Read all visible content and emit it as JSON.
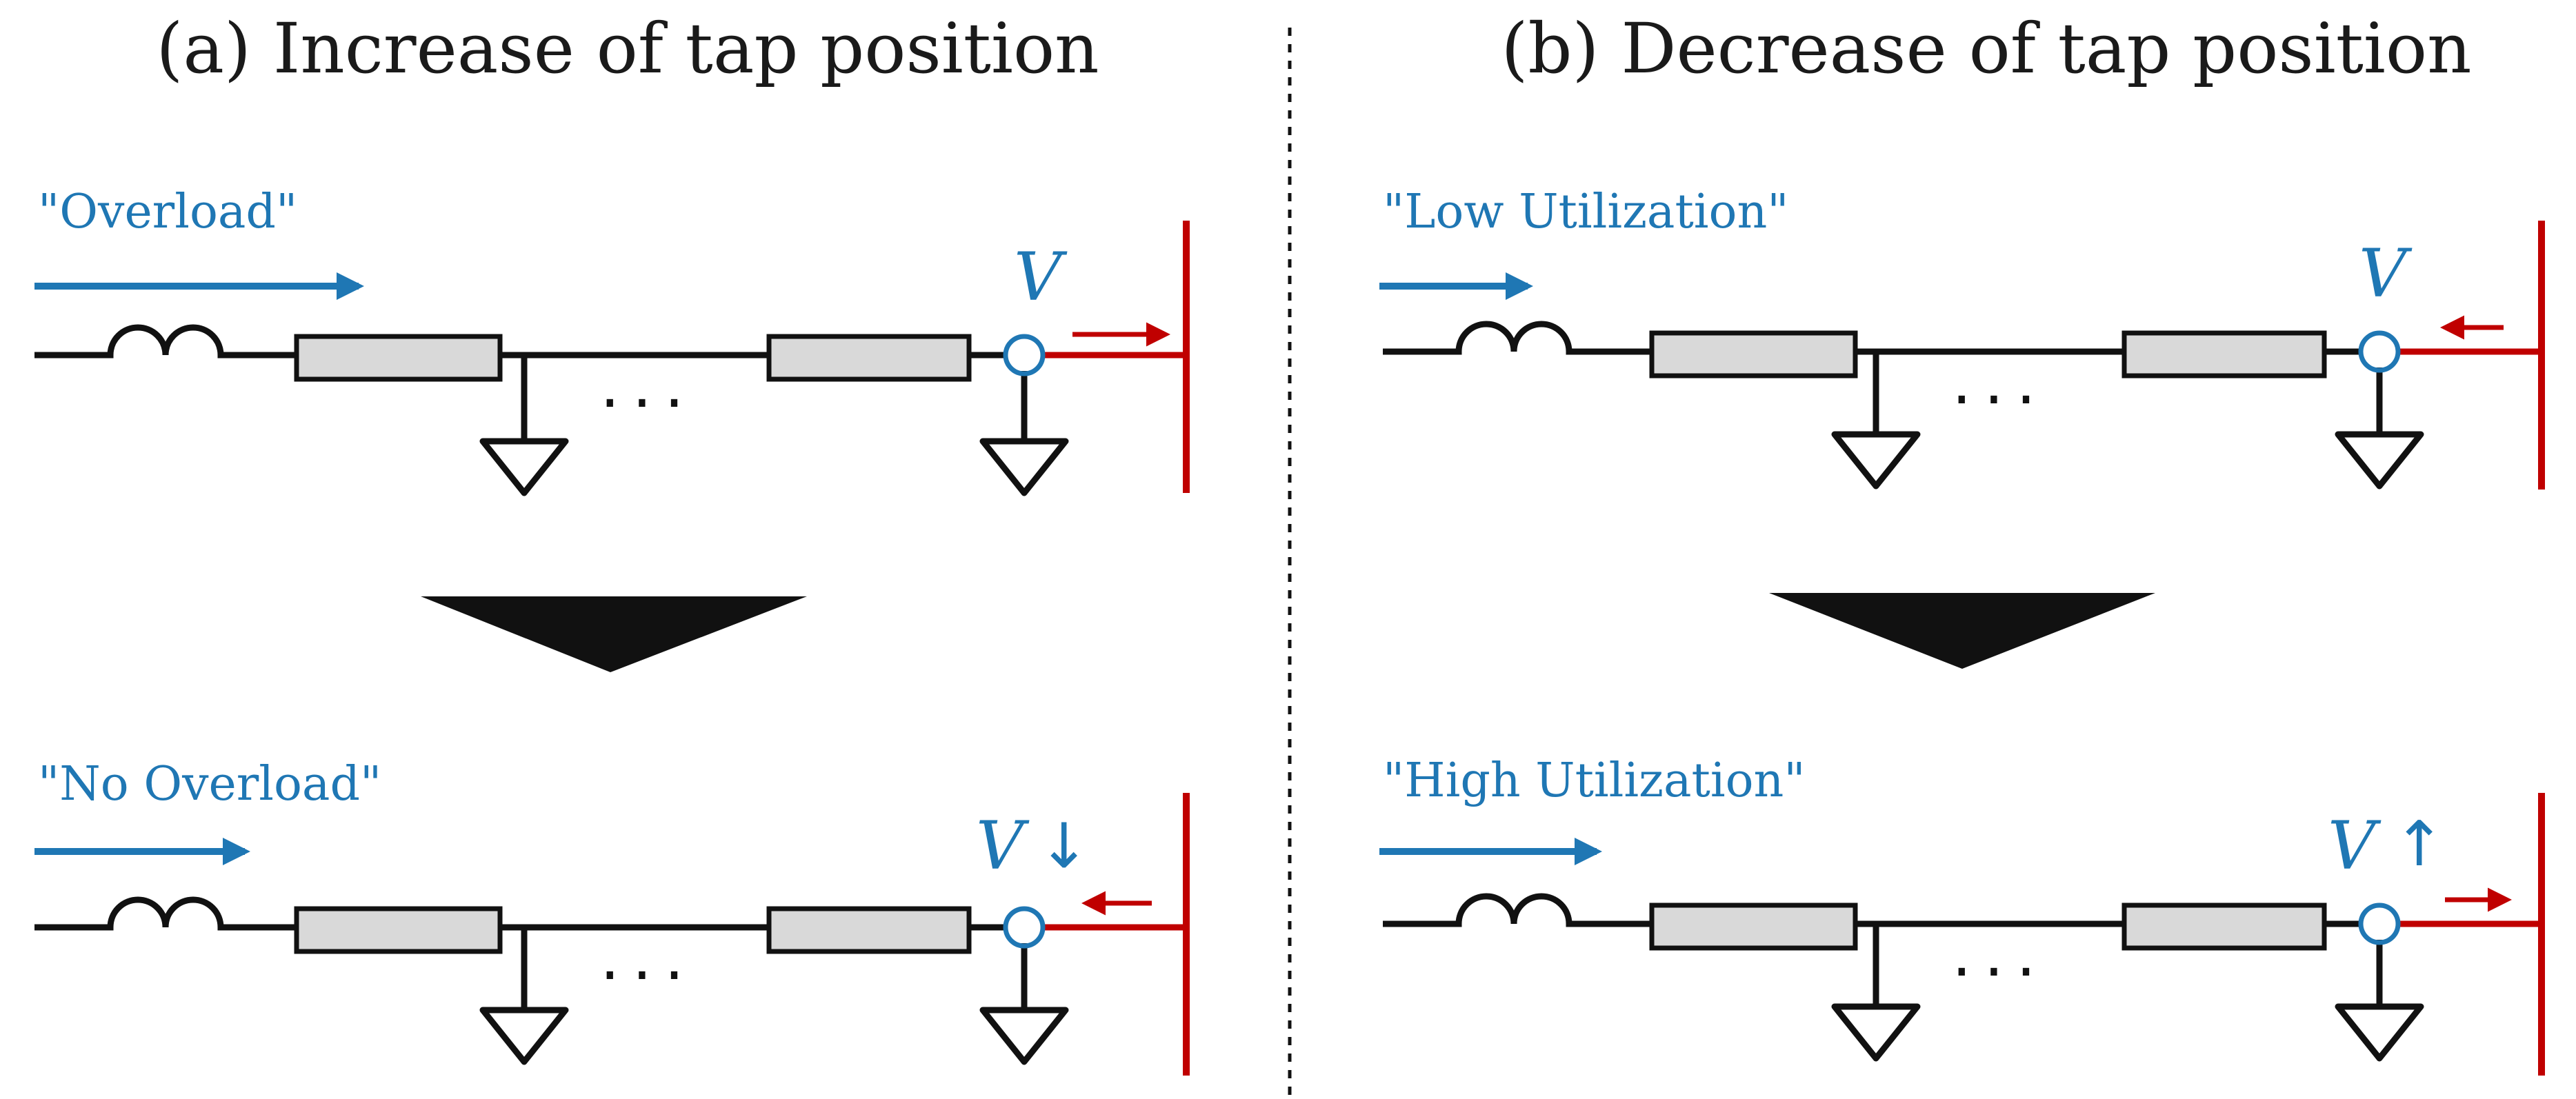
{
  "colors": {
    "accent_blue": "#1f77b4",
    "line_red": "#c00000",
    "line_black": "#111111",
    "block_fill": "#d9d9d9",
    "triangle_fill": "#111111"
  },
  "panel_a": {
    "title": "(a) Increase of tap position",
    "top": {
      "flow_label": "\"Overload\"",
      "voltage_label": "V",
      "voltage_change": ""
    },
    "bottom": {
      "flow_label": "\"No Overload\"",
      "voltage_label": "V",
      "voltage_change": "↓"
    }
  },
  "panel_b": {
    "title": "(b) Decrease of tap position",
    "top": {
      "flow_label": "\"Low Utilization\"",
      "voltage_label": "V",
      "voltage_change": ""
    },
    "bottom": {
      "flow_label": "\"High Utilization\"",
      "voltage_label": "V",
      "voltage_change": "↑"
    }
  },
  "ellipsis": "..."
}
